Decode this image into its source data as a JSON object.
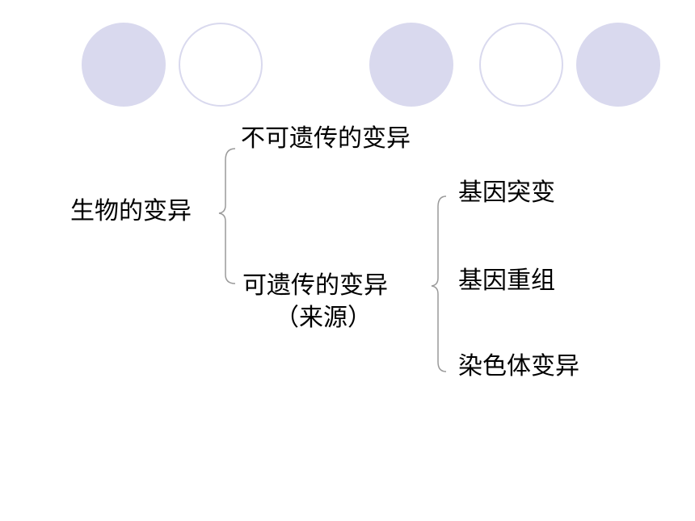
{
  "decor": {
    "fill_color": "#d9d9ee",
    "circles": [
      "filled",
      "outlined",
      "filled",
      "outlined",
      "filled"
    ]
  },
  "diagram": {
    "root": "生物的变异",
    "non_heritable": "不可遗传的变异",
    "heritable": "可遗传的变异",
    "heritable_note": "（来源）",
    "sources": [
      "基因突变",
      "基因重组",
      "染色体变异"
    ]
  }
}
